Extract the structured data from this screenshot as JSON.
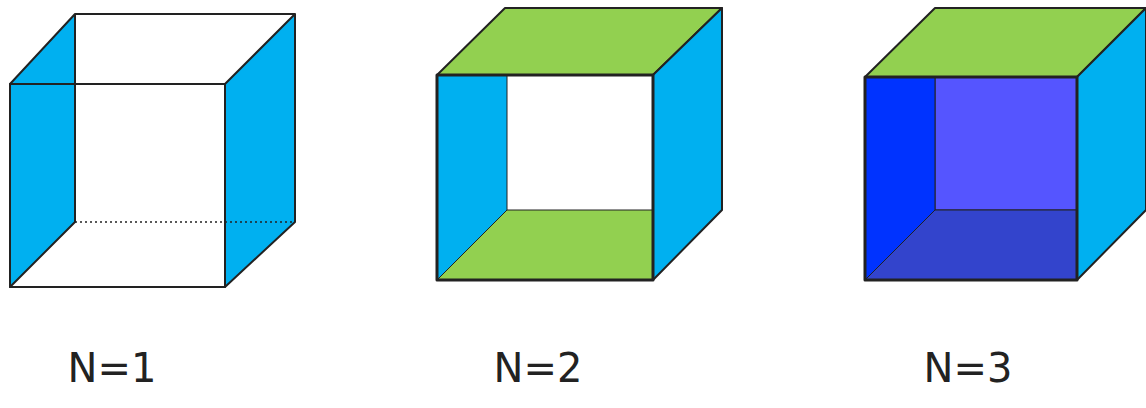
{
  "diagram": {
    "labels": [
      "N=1",
      "N=2",
      "N=3"
    ]
  }
}
